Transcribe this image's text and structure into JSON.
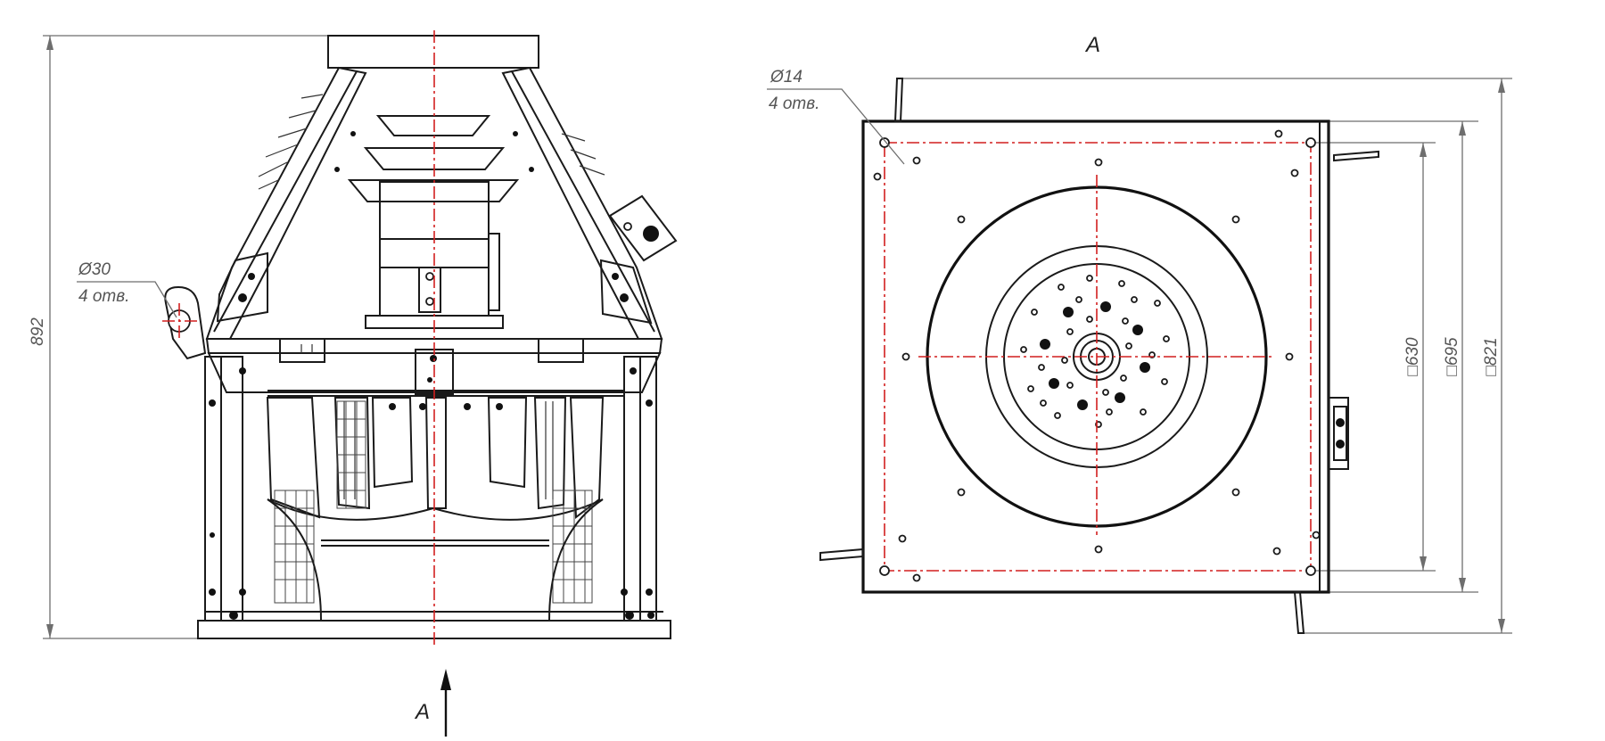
{
  "side_view": {
    "height_dim": "892",
    "hole_diameter": "Ø30",
    "hole_count": "4 отв.",
    "view_arrow_label": "A"
  },
  "top_view": {
    "view_title": "A",
    "hole_diameter": "Ø14",
    "hole_count": "4 отв.",
    "dim_630": "□630",
    "dim_695": "□695",
    "dim_821": "□821"
  },
  "colors": {
    "axis": "#d21f1f",
    "outline": "#1a1a1a",
    "dimension": "#6e6e6e"
  }
}
